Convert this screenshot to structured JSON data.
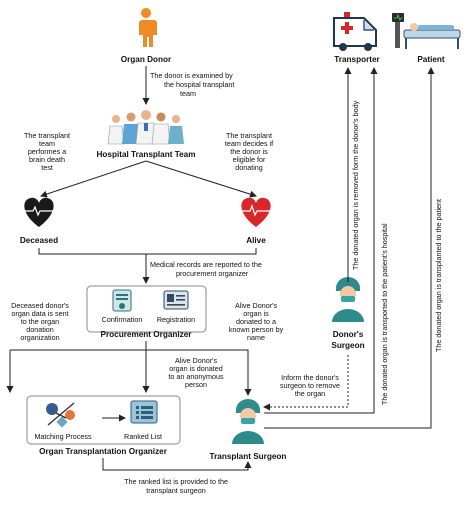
{
  "nodes": {
    "organ_donor": "Organ Donor",
    "hospital_team": "Hospital Transplant Team",
    "deceased": "Deceased",
    "alive": "Alive",
    "procurement_organizer": "Procurement Organizer",
    "confirmation": "Confirmation",
    "registration": "Registration",
    "organ_transplantation_organizer": "Organ Transplantation Organizer",
    "matching_process": "Matching Process",
    "ranked_list": "Ranked List",
    "transplant_surgeon": "Transplant Surgeon",
    "donors_surgeon_line1": "Donor's",
    "donors_surgeon_line2": "Surgeon",
    "transporter": "Transporter",
    "patient": "Patient"
  },
  "notes": {
    "examined": [
      "The donor is examined by",
      "the hospital transplant",
      "team"
    ],
    "brain_death": [
      "The transplant",
      "team",
      "performes a",
      "brain death",
      "test"
    ],
    "eligible": [
      "The transplant",
      "team decides if",
      "the donor is",
      "eligible for",
      "donating"
    ],
    "medical_records": [
      "Medical records are reported to the",
      "procurement organizer"
    ],
    "deceased_data": [
      "Deceased donor's",
      "organ data is sent",
      "to the organ",
      "donation",
      "organization"
    ],
    "alive_known": [
      "Alive Donor's",
      "organ is",
      "donated to a",
      "known person by",
      "name"
    ],
    "alive_anonymous": [
      "Alive Donor's",
      "organ  is donated",
      "to an anonymous",
      "person"
    ],
    "inform_surgeon": [
      "Inform the donor's",
      "surgeon to remove",
      "the organ"
    ],
    "ranked_list_provided": [
      "The ranked list is provided to the",
      "transplant surgeon"
    ],
    "removed": "The donated organ is removed form the donor's body",
    "transported": "The donated organ is transported to the patient's hospital",
    "transplanted": "The donated organ is transplanted to the patient"
  },
  "colors": {
    "donor_orange": "#f08a24",
    "heart_dark": "#1a1a1a",
    "heart_red": "#d8262a",
    "surgeon_teal": "#2e8b8b",
    "box_border": "#888888",
    "arrow": "#222222"
  }
}
